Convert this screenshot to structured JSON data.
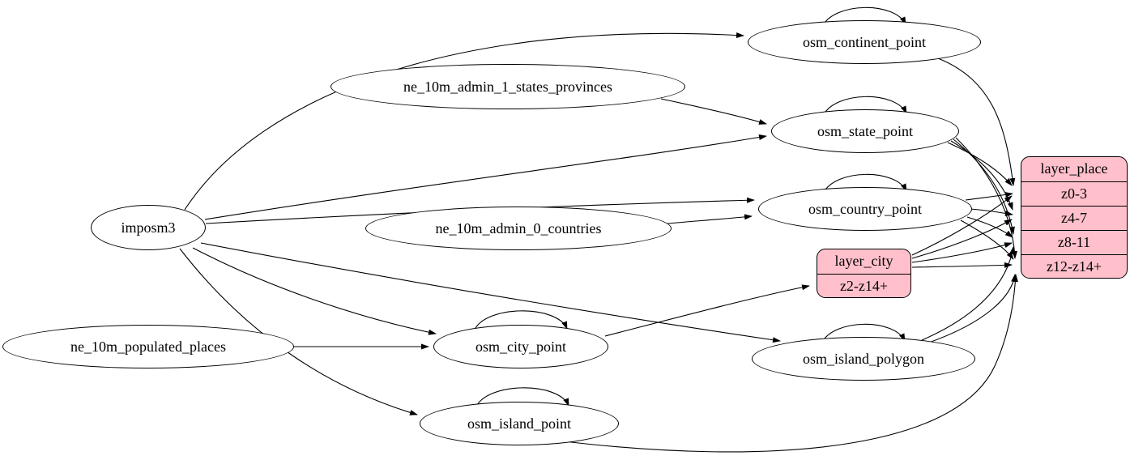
{
  "diagram": {
    "type": "etl-graph",
    "colors": {
      "background": "#ffffff",
      "ellipse-fill": "#ffffff",
      "record-fill": "#ffc0cb",
      "stroke": "#000000"
    },
    "nodes": {
      "imposm3": {
        "label": "imposm3"
      },
      "ne_10m_admin_1_states_provinces": {
        "label": "ne_10m_admin_1_states_provinces"
      },
      "ne_10m_admin_0_countries": {
        "label": "ne_10m_admin_0_countries"
      },
      "ne_10m_populated_places": {
        "label": "ne_10m_populated_places"
      },
      "osm_continent_point": {
        "label": "osm_continent_point"
      },
      "osm_state_point": {
        "label": "osm_state_point"
      },
      "osm_country_point": {
        "label": "osm_country_point"
      },
      "osm_city_point": {
        "label": "osm_city_point"
      },
      "osm_island_polygon": {
        "label": "osm_island_polygon"
      },
      "osm_island_point": {
        "label": "osm_island_point"
      }
    },
    "records": {
      "layer_city": {
        "title": "layer_city",
        "rows": [
          "z2-z14+"
        ]
      },
      "layer_place": {
        "title": "layer_place",
        "rows": [
          "z0-3",
          "z4-7",
          "z8-11",
          "z12-z14+"
        ]
      }
    },
    "edges": [
      {
        "from": "imposm3",
        "to": "osm_continent_point"
      },
      {
        "from": "imposm3",
        "to": "osm_state_point"
      },
      {
        "from": "imposm3",
        "to": "osm_country_point"
      },
      {
        "from": "imposm3",
        "to": "osm_city_point"
      },
      {
        "from": "imposm3",
        "to": "osm_island_polygon"
      },
      {
        "from": "imposm3",
        "to": "osm_island_point"
      },
      {
        "from": "ne_10m_admin_1_states_provinces",
        "to": "osm_state_point"
      },
      {
        "from": "ne_10m_admin_0_countries",
        "to": "osm_country_point"
      },
      {
        "from": "ne_10m_populated_places",
        "to": "osm_city_point"
      },
      {
        "from": "osm_continent_point",
        "to": "osm_continent_point"
      },
      {
        "from": "osm_state_point",
        "to": "osm_state_point"
      },
      {
        "from": "osm_country_point",
        "to": "osm_country_point"
      },
      {
        "from": "osm_city_point",
        "to": "osm_city_point"
      },
      {
        "from": "osm_island_polygon",
        "to": "osm_island_polygon"
      },
      {
        "from": "osm_island_point",
        "to": "osm_island_point"
      },
      {
        "from": "osm_continent_point",
        "to": "layer_place:z0-3"
      },
      {
        "from": "osm_state_point",
        "to": "layer_place:z0-3"
      },
      {
        "from": "osm_state_point",
        "to": "layer_place:z4-7"
      },
      {
        "from": "osm_state_point",
        "to": "layer_place:z8-11"
      },
      {
        "from": "osm_state_point",
        "to": "layer_place:z12-z14+"
      },
      {
        "from": "osm_country_point",
        "to": "layer_place:z0-3"
      },
      {
        "from": "osm_country_point",
        "to": "layer_place:z4-7"
      },
      {
        "from": "osm_country_point",
        "to": "layer_place:z8-11"
      },
      {
        "from": "osm_country_point",
        "to": "layer_place:z12-z14+"
      },
      {
        "from": "osm_city_point",
        "to": "layer_city:z2-z14+"
      },
      {
        "from": "layer_city",
        "to": "layer_place:z0-3"
      },
      {
        "from": "layer_city",
        "to": "layer_place:z4-7"
      },
      {
        "from": "layer_city",
        "to": "layer_place:z8-11"
      },
      {
        "from": "layer_city",
        "to": "layer_place:z12-z14+"
      },
      {
        "from": "osm_island_polygon",
        "to": "layer_place:z8-11"
      },
      {
        "from": "osm_island_polygon",
        "to": "layer_place:z12-z14+"
      },
      {
        "from": "osm_island_point",
        "to": "layer_place:z12-z14+"
      }
    ]
  }
}
